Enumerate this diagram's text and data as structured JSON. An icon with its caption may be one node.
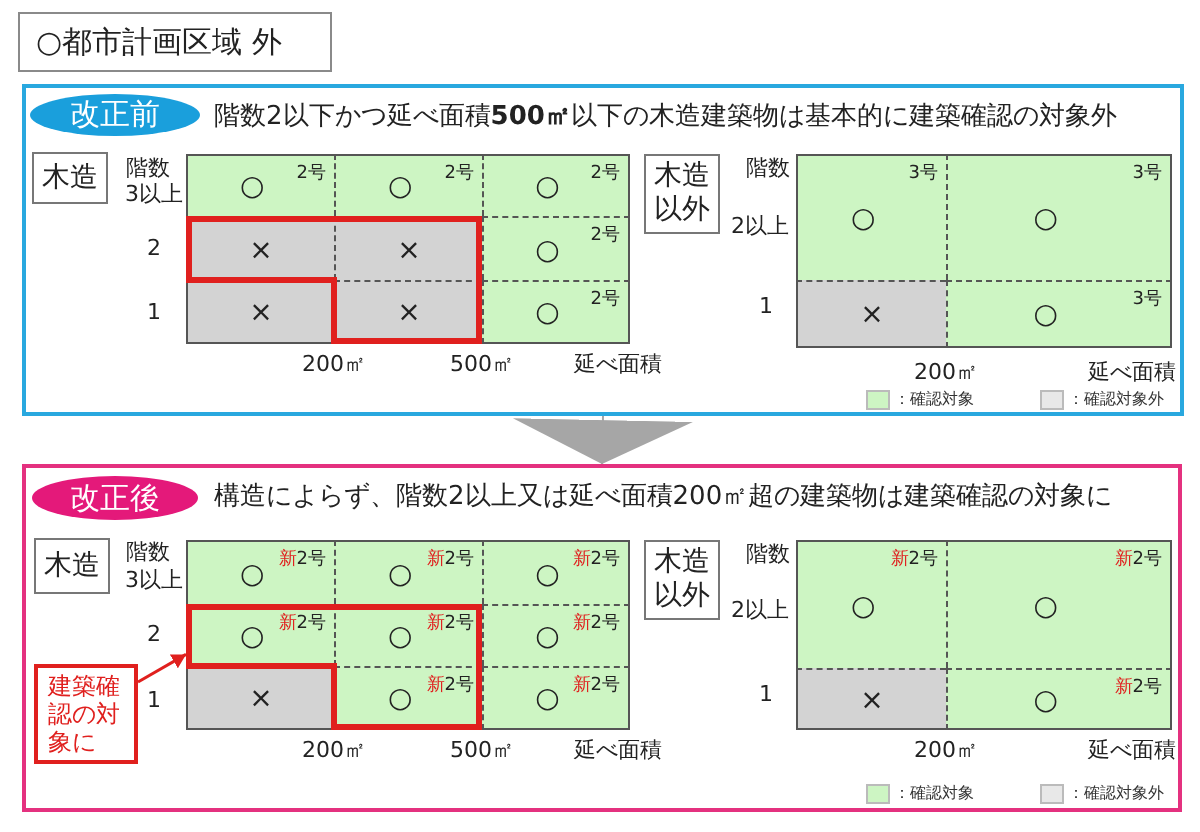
{
  "diagram": {
    "title": "○都市計画区域 外",
    "nodes": [
      {
        "text": [
          "階数2以下かつ延べ面積**500㎡**以下の木造建築物は基本的に建築確認の対象外"
        ]
      },
      {
        "text": [
          "改正前"
        ],
        "in": 0
      },
      {
        "text": [
          "木造"
        ],
        "in": 0
      },
      {
        "text": [],
        "shape": "box",
        "in": 0
      },
      {
        "text": [
          "2号",
          "○"
        ],
        "in": 0
      },
      {
        "text": [
          "2号",
          "○"
        ],
        "in": 0
      },
      {
        "text": [
          "2号",
          "○"
        ],
        "in": 0
      },
      {
        "text": [
          "×"
        ],
        "in": 3
      },
      {
        "text": [
          "×"
        ],
        "in": 3
      },
      {
        "text": [
          "2号",
          "○"
        ],
        "in": 0
      },
      {
        "text": [
          "×"
        ],
        "in": 0
      },
      {
        "text": [
          "×"
        ],
        "in": 3
      },
      {
        "text": [
          "2号",
          "○"
        ],
        "in": 0
      },
      {
        "text": [
          "木造以外"
        ],
        "in": 0
      },
      {
        "text": [
          "3号",
          "○"
        ],
        "in": 0
      },
      {
        "text": [
          "3号",
          "○"
        ],
        "in": 0
      },
      {
        "text": [
          "×"
        ],
        "in": 0
      },
      {
        "text": [
          "3号",
          "○"
        ],
        "in": 0
      },
      {
        "text": [
          "構造によらず、階数2以上又は延べ面積200㎡超の建築物は建築確認の対象に"
        ]
      },
      {
        "text": [
          "改正後"
        ],
        "in": 18
      },
      {
        "text": [
          "木造"
        ],
        "in": 18
      },
      {
        "text": [],
        "shape": "box",
        "in": 18
      },
      {
        "text": [
          "新2号",
          "○"
        ],
        "in": 18
      },
      {
        "text": [
          "新2号",
          "○"
        ],
        "in": 18
      },
      {
        "text": [
          "新2号",
          "○"
        ],
        "in": 18
      },
      {
        "text": [
          "新2号",
          "○"
        ],
        "in": 21
      },
      {
        "text": [
          "新2号",
          "○"
        ],
        "in": 21
      },
      {
        "text": [
          "新2号",
          "○"
        ],
        "in": 18
      },
      {
        "text": [
          "×"
        ],
        "in": 18
      },
      {
        "text": [
          "新2号",
          "○"
        ],
        "in": 21
      },
      {
        "text": [
          "新2号",
          "○"
        ],
        "in": 18
      },
      {
        "text": [
          "建築確認の対象に"
        ],
        "in": 18
      },
      {
        "text": [
          "木造以外"
        ],
        "in": 18
      },
      {
        "text": [
          "新2号",
          "○"
        ],
        "in": 18
      },
      {
        "text": [
          "新2号",
          "○"
        ],
        "in": 18
      },
      {
        "text": [
          "×"
        ],
        "in": 18
      },
      {
        "text": [
          "新2号",
          "○"
        ],
        "in": 18
      }
    ],
    "edges": [
      {
        "from": 0,
        "to": 18,
        "arrow": "to",
        "color": "#a6a6a6"
      },
      {
        "from": 31,
        "to": 21,
        "arrow": "to",
        "color": "#e0201e"
      }
    ],
    "labels": [
      "階数",
      "3以上",
      "2",
      "1",
      "200㎡",
      "500㎡",
      "延べ面積",
      "階数",
      "2以上",
      "1",
      "200㎡",
      "延べ面積",
      "階数",
      "3以上",
      "2",
      "1",
      "200㎡",
      "500㎡",
      "延べ面積",
      "階数",
      "2以上",
      "1",
      "200㎡",
      "延べ面積"
    ],
    "legend": [
      {
        "text": "：確認対象",
        "color": "#cdf5c3"
      },
      {
        "text": "：確認対象外",
        "color": "#e8e8e8"
      },
      {
        "text": "：確認対象",
        "color": "#cdf5c3"
      },
      {
        "text": "：確認対象外",
        "color": "#e8e8e8"
      }
    ]
  }
}
